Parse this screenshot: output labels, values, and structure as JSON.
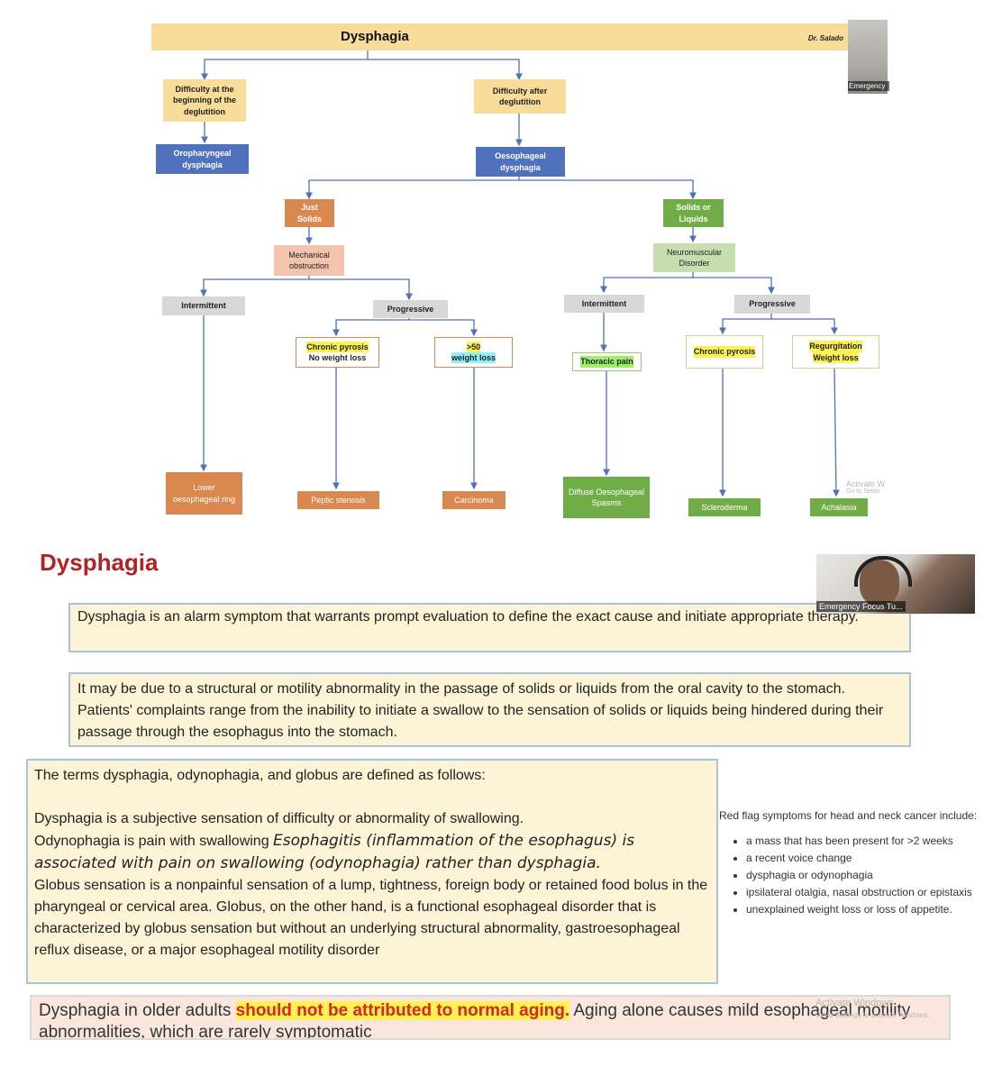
{
  "flowchart": {
    "title": "Dysphagia",
    "author": "Dr. Salado",
    "start_beginning": "Difficulty at the beginning of the deglutition",
    "start_after": "Difficulty after deglutition",
    "oropharyngeal": "Oropharyngeal dysphagia",
    "oesophageal": "Oesophageal dysphagia",
    "just_solids": "Just Solids",
    "solids_liquids": "Solids or Liquids",
    "mechanical": "Mechanical obstruction",
    "neuromuscular": "Neuromuscular Disorder",
    "intermittent": "Intermittent",
    "progressive": "Progressive",
    "chronic_pyrosis_line1": "Chronic pyrosis",
    "no_weight_loss": "No weight loss",
    "over50": ">50",
    "weight_loss": "weight loss",
    "thoracic_pain": "Thoracic pain",
    "chronic_pyrosis": "Chronic pyrosis",
    "regurgitation": "Regurgitation",
    "weight_loss_cap": "Weight loss",
    "lower_ring": "Lower oesophageal ring",
    "peptic": "Peptic stenosis",
    "carcinoma": "Carcinoma",
    "diffuse": "Diffuse Oesophageal Spasms",
    "scleroderma": "Scleroderma",
    "achalasia": "Achalasia"
  },
  "camera_top": {
    "label": "Emergency"
  },
  "camera_main": {
    "label": "Emergency Focus Tu..."
  },
  "watermark_top": {
    "line1": "Activate W",
    "line2": "Go to Settin"
  },
  "section": {
    "title": "Dysphagia",
    "box1": "Dysphagia is an alarm symptom that warrants prompt evaluation to define the exact cause and initiate appropriate therapy.",
    "box2": "It may be due to a structural or motility abnormality in the passage of solids or liquids from the oral cavity to the stomach. Patients' complaints range from the inability to initiate a swallow to the sensation of solids or liquids being hindered during their passage through the esophagus into the stomach.",
    "box3_intro": "The terms dysphagia, odynophagia, and globus are defined as follows:",
    "box3_dysphagia": "Dysphagia is a subjective sensation of difficulty or abnormality of swallowing.",
    "box3_odyno_a": "Odynophagia is pain with swallowing ",
    "box3_odyno_b": "Esophagitis (inflammation of the esophagus) is associated with pain on swallowing (odynophagia) rather than dysphagia.",
    "box3_globus": "Globus sensation is a nonpainful sensation of a lump, tightness, foreign body or retained food bolus in the pharyngeal or cervical area. Globus, on the other hand, is a functional esophageal disorder that is characterized by globus sensation but without an underlying structural abnormality, gastroesophageal reflux disease, or a major esophageal motility disorder"
  },
  "red_flags": {
    "heading": "Red flag symptoms for head and neck cancer include:",
    "items": [
      "a mass that has been present for >2 weeks",
      "a recent voice change",
      "dysphagia or odynophagia",
      "ipsilateral otalgia, nasal obstruction or epistaxis",
      "unexplained weight loss or loss of appetite."
    ]
  },
  "bottom": {
    "a": "Dysphagia in older adults ",
    "b": "should not be attributed to normal aging.",
    "c": " Aging alone causes mild esophageal motility abnormalities, which are rarely symptomatic",
    "watermark1": "Activate Windows",
    "watermark2": "Go to Settings to activate Windows."
  }
}
